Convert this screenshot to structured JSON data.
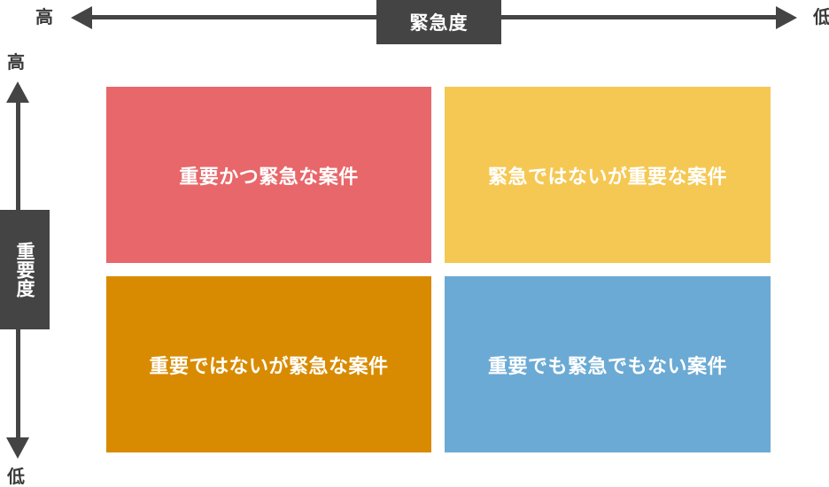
{
  "horizontal_axis": {
    "label": "緊急度",
    "left_end": "高",
    "right_end": "低"
  },
  "vertical_axis": {
    "label": "重要度",
    "top_end": "高",
    "bottom_end": "低"
  },
  "quadrants": {
    "top_left": {
      "label": "重要かつ緊急な案件",
      "color": "#e8676a"
    },
    "top_right": {
      "label": "緊急ではないが重要な案件",
      "color": "#f5c853"
    },
    "bottom_left": {
      "label": "重要ではないが緊急な案件",
      "color": "#d88b00"
    },
    "bottom_right": {
      "label": "重要でも緊急でもない案件",
      "color": "#6baad4"
    }
  },
  "axis_color": "#444444"
}
